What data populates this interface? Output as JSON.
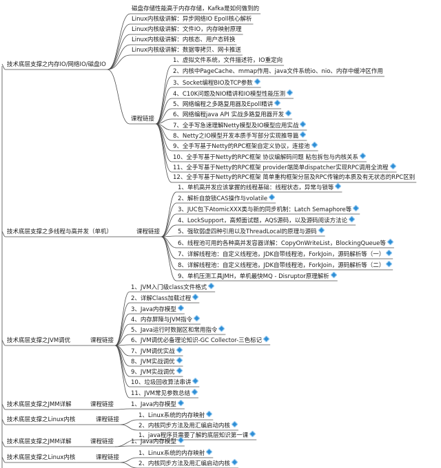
{
  "groups": [
    {
      "title": "技术底层支撑之内存IO/网络IO/磁盘IO",
      "lead_items": [
        "磁盘存储性能高于内存存储，Kafka是如何做到的",
        "Linux内核级讲解：异步网络IO Epoll核心解析",
        "Linux内核级讲解：文件IO，内存映射原理",
        "Linux内核级讲解：内核态、用户态转换",
        "Linux内核级讲解：数据零拷贝、网卡推送"
      ],
      "sub_label": "课程链接",
      "items": [
        "1、虚拟文件系统，文件描述符，IO重定向",
        "2、内核中PageCache、mmap作用、java文件系统io、nio、内存中缓冲区作用",
        "3、Socket编程BIO及TCP参数",
        "4、C10K问题及NIO精讲和IO模型性能压测",
        "5、网络编程之多路复用器及Epoll精讲",
        "6、网络编程java API 实战多路复用器开发",
        "7、全手写急速理解Netty模型及IO模型应用实战",
        "8、Netty之IO模型开发本质手写部分实现推导篇",
        "9、全手写基于Netty的RPC框架自定义协议，连接池",
        "10、全手写基于Netty的RPC框架 协议编解码问题 粘包拆包与内核关系",
        "11、全手写基于Netty的RPC框架 provider端简单dispatcher实现RPC调用全流程",
        "12、全手写基于Netty的RPC框架 简单重构框架分层及RPC传输的本质及有无状态的RPC区别"
      ]
    },
    {
      "title": "技术底层支撑之多线程与高并发（单机）",
      "sub_label": "课程链接",
      "items": [
        "1、单机高并发应该掌握的线程基础：线程状态，异常与锁等",
        "2、解析自旋锁CAS操作与volatile",
        "3、JUC包下AtomicXXX类与新的同步机制：Latch Semaphore等",
        "4、LockSupport，高频面试题，AQS源码，以及源码阅读方法论",
        "5、强软弱虚四种引用以及ThreadLocal的原理与源码",
        "6、线程池可用的各种高并发容器详解：CopyOnWriteList，BlockingQueue等",
        "7、详解线程池：自定义线程池，JDK自带线程池，ForkJoin，源码解析等（一）",
        "8、详解线程池：自定义线程池，JDK自带线程池，ForkJoin，源码解析等（二）",
        "9、单机压测工具JMH，单机最快MQ - Disruptor原理解析"
      ]
    },
    {
      "title": "技术底层支撑之JVM调优",
      "sub_label": "课程链接",
      "items": [
        "1、JVM入门级class文件格式",
        "2、详解Class加载过程",
        "3、Java内存模型",
        "4、内存屏障与JVM指令",
        "5、Java运行时数据区和常用指令",
        "6、JVM调优必备理论知识-GC Collector-三色标记",
        "7、JVM调优实战",
        "8、JVM实战调优",
        "9、JVM实战调优",
        "10、垃圾回收算法串讲",
        "11、JVM常见参数总结"
      ]
    },
    {
      "title": "技术底层支撑之JMM详解",
      "sub_label": "课程链接",
      "items": [
        "1、Java内存模型"
      ]
    },
    {
      "title": "技术底层支撑之Linux内核",
      "sub_label": "课程链接",
      "items": [
        "1、Linux系统的内存映射",
        "2、内核同步方法及用汇编启动内核"
      ]
    },
    {
      "title": "技术底层支撑之JMM详解",
      "sub_label": "课程链接",
      "lead_items": [
        "1、java程序员需要了解的底层知识第一课"
      ],
      "items": [
        "1、Java内存模型"
      ]
    },
    {
      "title": "技术底层支撑之Linux内核",
      "sub_label": "课程链接",
      "items": [
        "1、Linux系统的内存映射",
        "2、内核同步方法及用汇编启动内核"
      ]
    }
  ],
  "colors": {
    "line": "#4a4a4a",
    "icon": "#2f8fd6"
  }
}
